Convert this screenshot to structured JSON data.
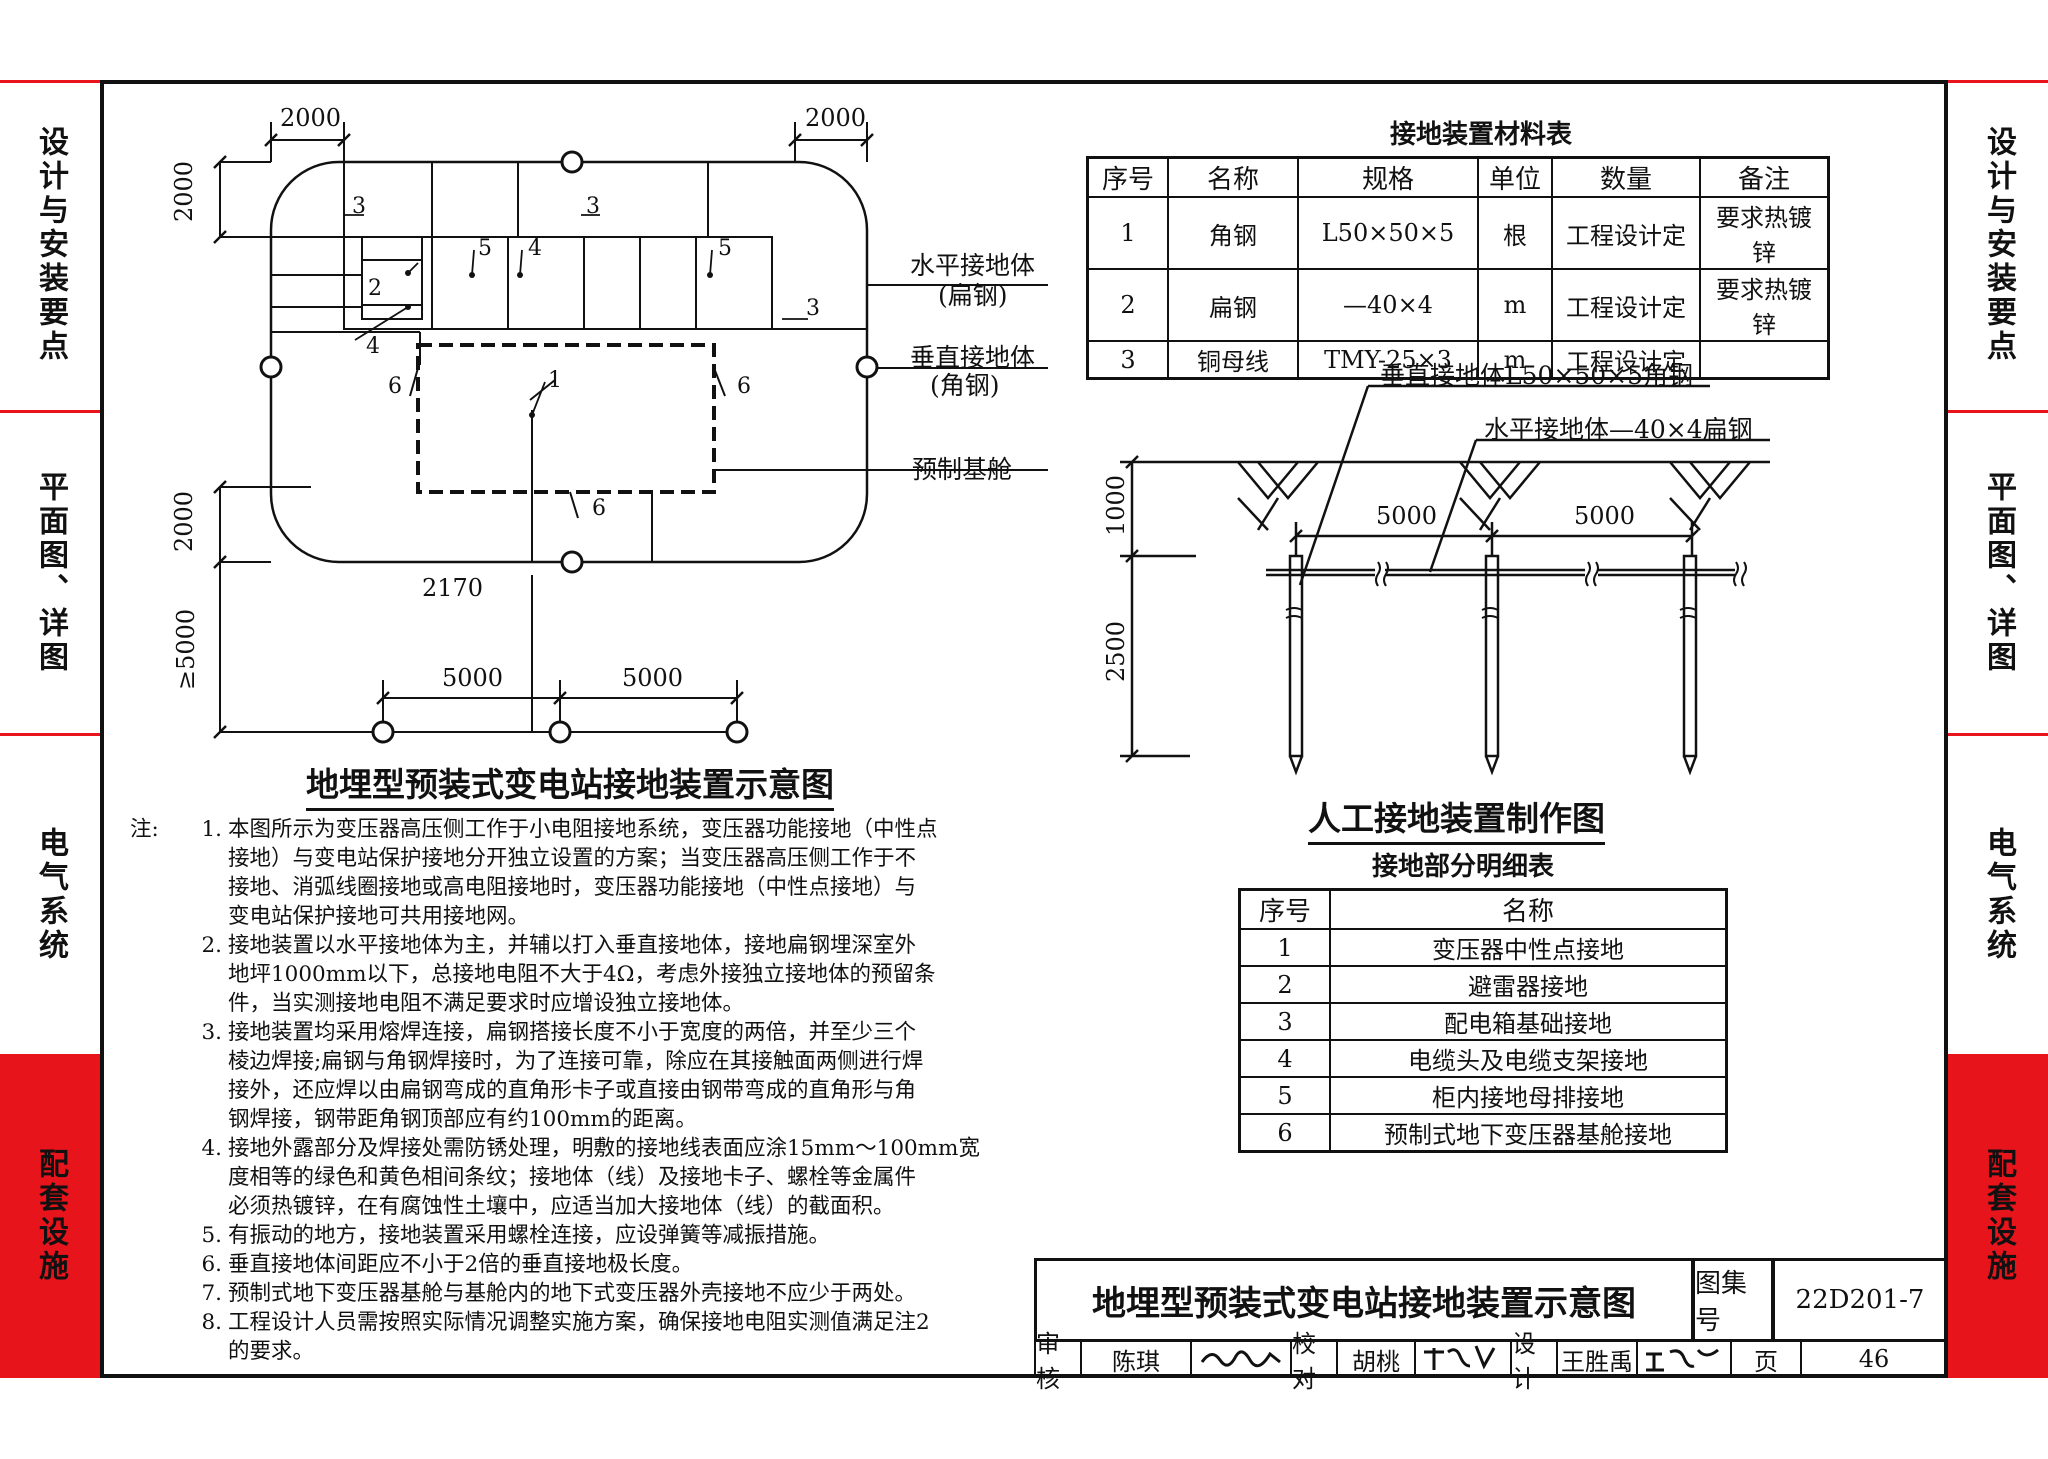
{
  "side_tabs": [
    "设计与安装要点",
    "平面图、详图",
    "电气系统",
    "配套设施"
  ],
  "plan": {
    "caption": "地埋型预装式变电站接地装置示意图",
    "dims": {
      "top_left": "2000",
      "top_right": "2000",
      "left_upper": "2000",
      "left_lower": "2000",
      "left_bottom": "≥5000",
      "mid": "2170",
      "bottom_left": "5000",
      "bottom_right": "5000"
    },
    "callouts": [
      "1",
      "2",
      "3",
      "4",
      "5",
      "6"
    ],
    "labels": {
      "horizontal": "水平接地体",
      "horizontal_sub": "(扁钢)",
      "vertical": "垂直接地体",
      "vertical_sub": "(角钢)",
      "cabin": "预制基舱"
    }
  },
  "material_table": {
    "title": "接地装置材料表",
    "headers": [
      "序号",
      "名称",
      "规格",
      "单位",
      "数量",
      "备注"
    ],
    "rows": [
      [
        "1",
        "角钢",
        "L50×50×5",
        "根",
        "工程设计定",
        "要求热镀锌"
      ],
      [
        "2",
        "扁钢",
        "—40×4",
        "m",
        "工程设计定",
        "要求热镀锌"
      ],
      [
        "3",
        "铜母线",
        "TMY-25×3",
        "m",
        "工程设计定",
        ""
      ]
    ]
  },
  "section": {
    "caption": "人工接地装置制作图",
    "label_vertical": "垂直接地体L50×50×5角钢",
    "label_horizontal": "水平接地体—40×4扁钢",
    "dims": {
      "spacing1": "5000",
      "spacing2": "5000",
      "depth": "1000",
      "length": "2500"
    }
  },
  "detail_table": {
    "title": "接地部分明细表",
    "headers": [
      "序号",
      "名称"
    ],
    "rows": [
      [
        "1",
        "变压器中性点接地"
      ],
      [
        "2",
        "避雷器接地"
      ],
      [
        "3",
        "配电箱基础接地"
      ],
      [
        "4",
        "电缆头及电缆支架接地"
      ],
      [
        "5",
        "柜内接地母排接地"
      ],
      [
        "6",
        "预制式地下变压器基舱接地"
      ]
    ]
  },
  "notes": {
    "label": "注:",
    "items": [
      {
        "n": "1.",
        "lines": [
          "本图所示为变压器高压侧工作于小电阻接地系统，变压器功能接地（中性点",
          "接地）与变电站保护接地分开独立设置的方案；当变压器高压侧工作于不",
          "接地、消弧线圈接地或高电阻接地时，变压器功能接地（中性点接地）与",
          "变电站保护接地可共用接地网。"
        ]
      },
      {
        "n": "2.",
        "lines": [
          "接地装置以水平接地体为主，并辅以打入垂直接地体，接地扁钢埋深室外",
          "地坪1000mm以下，总接地电阻不大于4Ω，考虑外接独立接地体的预留条",
          "件，当实测接地电阻不满足要求时应增设独立接地体。"
        ]
      },
      {
        "n": "3.",
        "lines": [
          "接地装置均采用熔焊连接，扁钢搭接长度不小于宽度的两倍，并至少三个",
          "棱边焊接;扁钢与角钢焊接时，为了连接可靠，除应在其接触面两侧进行焊",
          "接外，还应焊以由扁钢弯成的直角形卡子或直接由钢带弯成的直角形与角",
          "钢焊接，钢带距角钢顶部应有约100mm的距离。"
        ]
      },
      {
        "n": "4.",
        "lines": [
          "接地外露部分及焊接处需防锈处理，明敷的接地线表面应涂15mm～100mm宽",
          "度相等的绿色和黄色相间条纹；接地体（线）及接地卡子、螺栓等金属件",
          "必须热镀锌，在有腐蚀性土壤中，应适当加大接地体（线）的截面积。"
        ]
      },
      {
        "n": "5.",
        "lines": [
          "有振动的地方，接地装置采用螺栓连接，应设弹簧等减振措施。"
        ]
      },
      {
        "n": "6.",
        "lines": [
          "垂直接地体间距应不小于2倍的垂直接地极长度。"
        ]
      },
      {
        "n": "7.",
        "lines": [
          "预制式地下变压器基舱与基舱内的地下式变压器外壳接地不应少于两处。"
        ]
      },
      {
        "n": "8.",
        "lines": [
          "工程设计人员需按照实际情况调整实施方案，确保接地电阻实测值满足注2",
          "的要求。"
        ]
      }
    ]
  },
  "title_block": {
    "title": "地埋型预装式变电站接地装置示意图",
    "atlas_label": "图集号",
    "atlas_no": "22D201-7",
    "review_label": "审核",
    "reviewer": "陈琪",
    "check_label": "校对",
    "checker": "胡桃",
    "design_label": "设计",
    "designer": "王胜禹",
    "page_label": "页",
    "page_no": "46"
  }
}
